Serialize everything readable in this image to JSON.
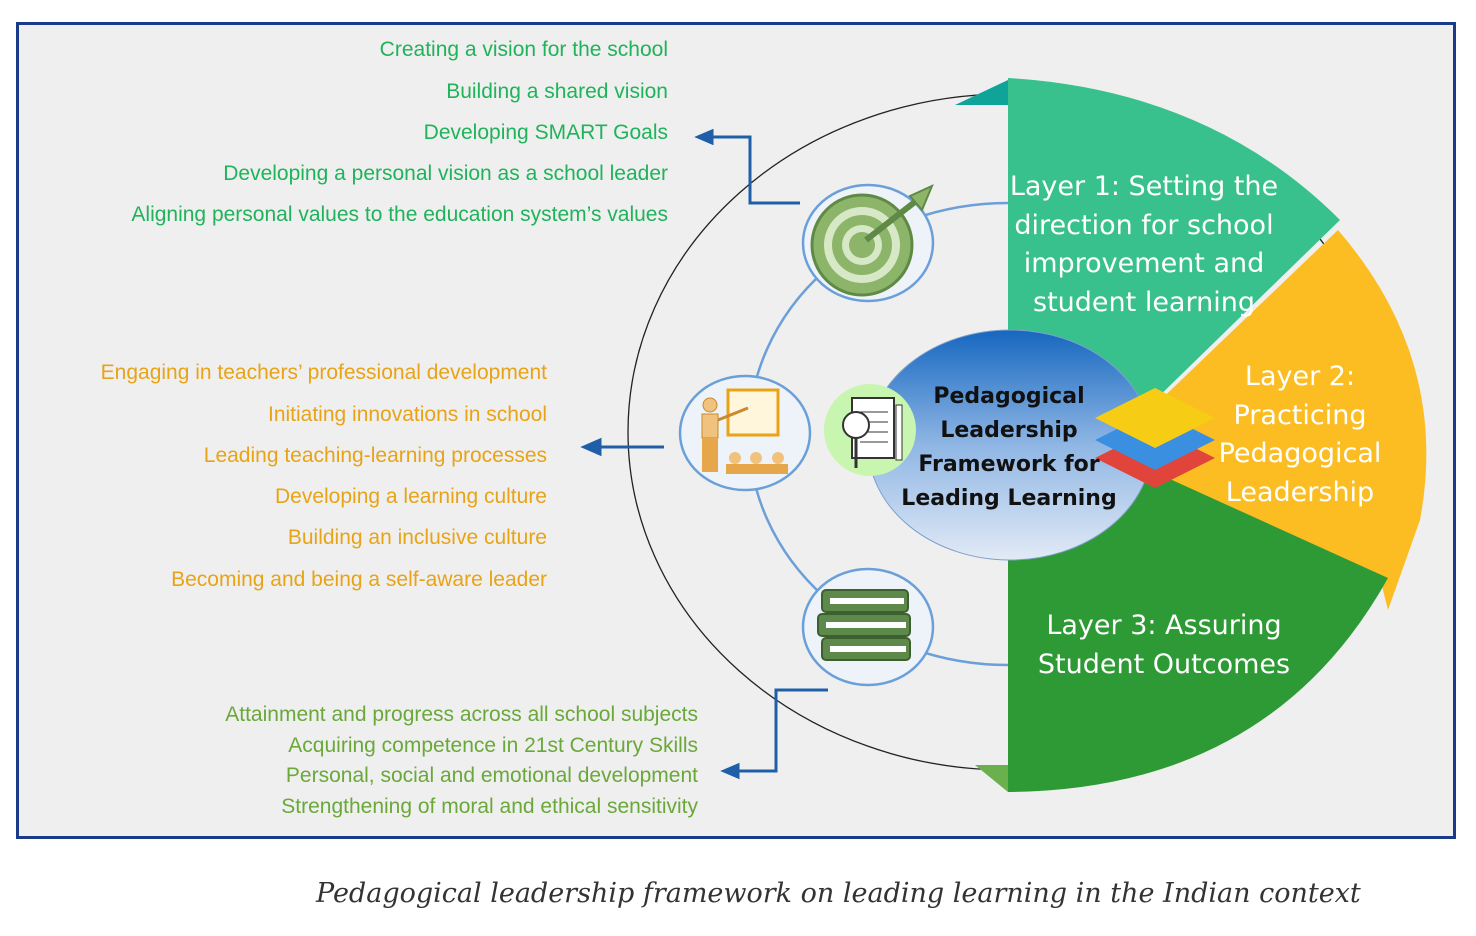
{
  "layer1": {
    "title": [
      "Layer 1: Setting the",
      "direction for school",
      "improvement and",
      "student learning"
    ],
    "items": [
      "Creating a vision for the school",
      "Building a shared vision",
      "Developing SMART Goals",
      "Developing a personal vision as a school leader",
      "Aligning personal values to the education system’s values"
    ]
  },
  "layer2": {
    "title": [
      "Layer 2:",
      "Practicing",
      "Pedagogical",
      "Leadership"
    ],
    "items": [
      "Engaging in teachers’ professional development",
      "Initiating innovations in school",
      "Leading teaching-learning processes",
      "Developing a learning culture",
      "Building an inclusive culture",
      "Becoming and being a self-aware leader"
    ]
  },
  "layer3": {
    "title": [
      "Layer 3: Assuring",
      "Student Outcomes"
    ],
    "items": [
      "Attainment and progress across all school subjects",
      "Acquiring competence in 21st Century Skills",
      "Personal, social and emotional development",
      "Strengthening of moral and ethical sensitivity"
    ]
  },
  "center": [
    "Pedagogical",
    "Leadership",
    "Framework for",
    "Leading Learning"
  ],
  "caption": "Pedagogical leadership framework on leading learning in the Indian context",
  "colors": {
    "layer1": "#38c18c",
    "layer2": "#fbbd22",
    "layer3": "#2e9a35",
    "arrow": "#1f5fa8"
  }
}
